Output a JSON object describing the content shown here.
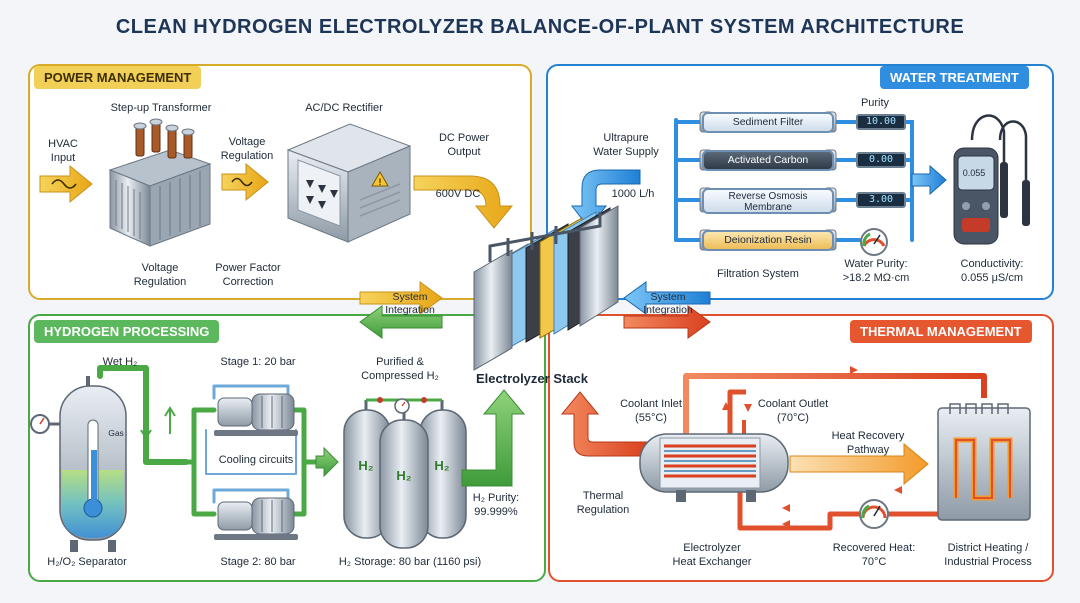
{
  "title": "CLEAN HYDROGEN ELECTROLYZER BALANCE-OF-PLANT SYSTEM ARCHITECTURE",
  "sections": {
    "power": "POWER MANAGEMENT",
    "water": "WATER TREATMENT",
    "hydrogen": "HYDROGEN PROCESSING",
    "thermal": "THERMAL MANAGEMENT"
  },
  "power": {
    "hvac_input": "HVAC\nInput",
    "transformer": "Step-up Transformer",
    "voltage_regulation_top": "Voltage\nRegulation",
    "rectifier": "AC/DC Rectifier",
    "dc_output": "DC Power\nOutput",
    "dc_voltage": "600V DC",
    "voltage_regulation_bottom": "Voltage\nRegulation",
    "power_factor": "Power Factor\nCorrection"
  },
  "water": {
    "supply": "Ultrapure\nWater Supply",
    "flow": "1000 L/h",
    "filters": [
      "Sediment Filter",
      "Activated Carbon",
      "Reverse Osmosis\nMembrane",
      "Deionization Resin"
    ],
    "purity_header": "Purity",
    "readings": [
      "10.00",
      "0.00",
      "3.00"
    ],
    "filtration_system": "Filtration System",
    "water_purity": "Water Purity:\n>18.2 MΩ·cm",
    "meter_display": "0.055",
    "conductivity": "Conductivity:\n0.055 μS/cm"
  },
  "center": {
    "system_integration_left": "System\nIntegration",
    "system_integration_right": "System\nIntegration",
    "stack": "Electrolyzer Stack"
  },
  "hydrogen": {
    "wet_h2": "Wet H₂",
    "gas": "Gas",
    "separator": "H₂/O₂ Separator",
    "stage1": "Stage 1: 20 bar",
    "cooling": "Cooling circuits",
    "stage2": "Stage 2: 80 bar",
    "purified": "Purified &\nCompressed H₂",
    "tank_label": "H₂",
    "storage": "H₂ Storage: 80 bar (1160 psi)",
    "purity": "H₂ Purity:\n99.999%"
  },
  "thermal": {
    "coolant_inlet": "Coolant Inlet\n(55°C)",
    "coolant_outlet": "Coolant Outlet\n(70°C)",
    "heat_recovery": "Heat Recovery\nPathway",
    "thermal_regulation": "Thermal\nRegulation",
    "heat_exchanger": "Electrolyzer\nHeat Exchanger",
    "recovered_heat": "Recovered Heat:\n70°C",
    "district_heating": "District Heating /\nIndustrial Process"
  }
}
